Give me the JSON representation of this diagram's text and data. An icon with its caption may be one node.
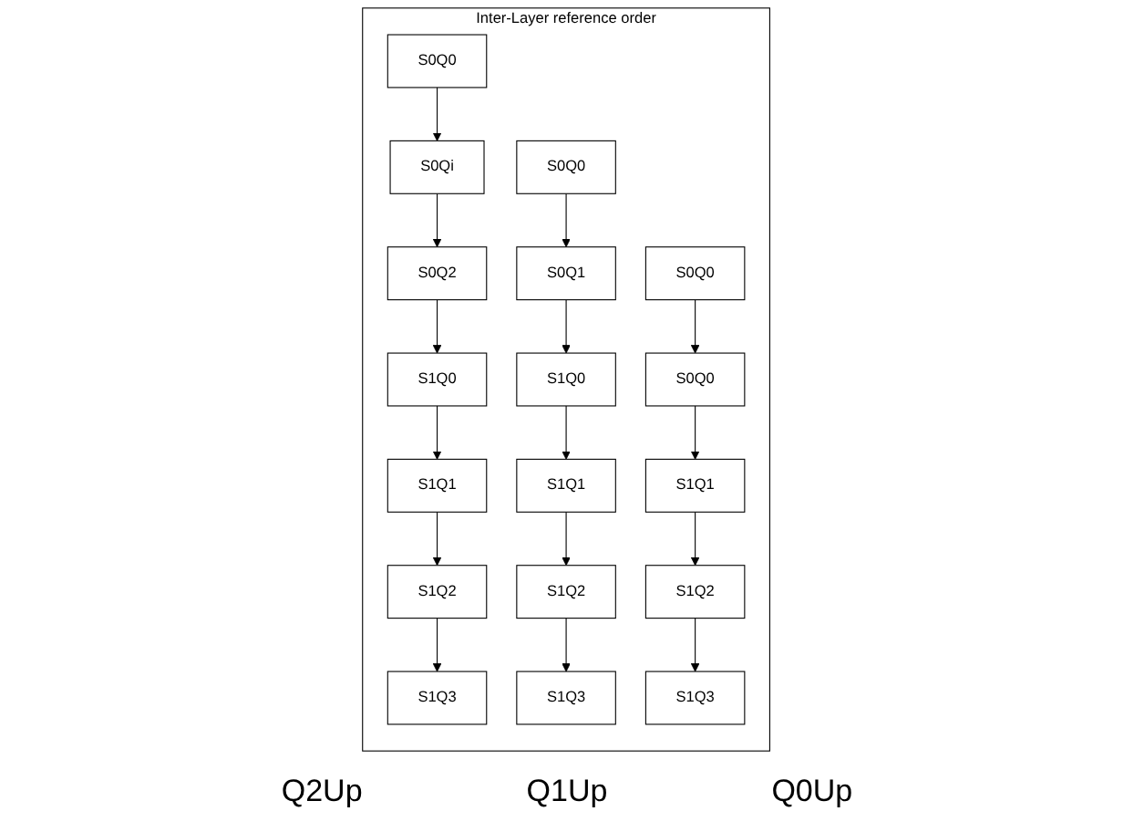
{
  "diagram": {
    "nodes": [
      {
        "text": [
          "Inter-Layer reference order"
        ]
      },
      {
        "text": [
          "S0Q0"
        ],
        "in": 0
      },
      {
        "text": [
          "S0Qi"
        ],
        "in": 0
      },
      {
        "text": [
          "S0Q2"
        ],
        "in": 0
      },
      {
        "text": [
          "S1Q0"
        ],
        "in": 0
      },
      {
        "text": [
          "S1Q1"
        ],
        "in": 0
      },
      {
        "text": [
          "S1Q2"
        ],
        "in": 0
      },
      {
        "text": [
          "S1Q3"
        ],
        "in": 0
      },
      {
        "text": [
          "S0Q0"
        ],
        "in": 0
      },
      {
        "text": [
          "S0Q1"
        ],
        "in": 0
      },
      {
        "text": [
          "S1Q0"
        ],
        "in": 0
      },
      {
        "text": [
          "S1Q1"
        ],
        "in": 0
      },
      {
        "text": [
          "S1Q2"
        ],
        "in": 0
      },
      {
        "text": [
          "S1Q3"
        ],
        "in": 0
      },
      {
        "text": [
          "S0Q0"
        ],
        "in": 0
      },
      {
        "text": [
          "S0Q0"
        ],
        "in": 0
      },
      {
        "text": [
          "S1Q1"
        ],
        "in": 0
      },
      {
        "text": [
          "S1Q2"
        ],
        "in": 0
      },
      {
        "text": [
          "S1Q3"
        ],
        "in": 0
      }
    ],
    "edges": [
      {
        "from": 1,
        "to": 2,
        "arrow": "to"
      },
      {
        "from": 2,
        "to": 3,
        "arrow": "to"
      },
      {
        "from": 3,
        "to": 4,
        "arrow": "to"
      },
      {
        "from": 4,
        "to": 5,
        "arrow": "to"
      },
      {
        "from": 5,
        "to": 6,
        "arrow": "to"
      },
      {
        "from": 6,
        "to": 7,
        "arrow": "to"
      },
      {
        "from": 8,
        "to": 9,
        "arrow": "to"
      },
      {
        "from": 9,
        "to": 10,
        "arrow": "to"
      },
      {
        "from": 10,
        "to": 11,
        "arrow": "to"
      },
      {
        "from": 11,
        "to": 12,
        "arrow": "to"
      },
      {
        "from": 12,
        "to": 13,
        "arrow": "to"
      },
      {
        "from": 14,
        "to": 15,
        "arrow": "to"
      },
      {
        "from": 15,
        "to": 16,
        "arrow": "to"
      },
      {
        "from": 16,
        "to": 17,
        "arrow": "to"
      },
      {
        "from": 17,
        "to": 18,
        "arrow": "to"
      }
    ],
    "labels": [
      "Q2Up",
      "Q1Up",
      "Q0Up"
    ]
  }
}
